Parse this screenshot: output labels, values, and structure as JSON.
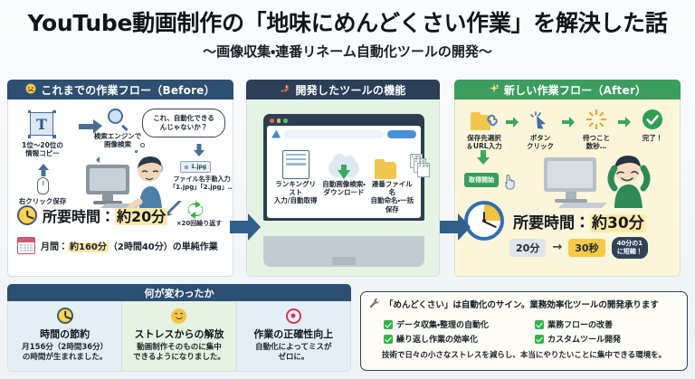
{
  "title": {
    "main": "YouTube動画制作の「地味にめんどくさい作業」を解決した話",
    "sub": "～画像収集・連番リネーム自動化ツールの開発～"
  },
  "panels": {
    "before": {
      "icon": "worried-face-icon",
      "header": "これまでの作業フロー（Before）",
      "step_copy": "1位～20位の\n情報コピー",
      "step_copy_line1": "1位～20位の",
      "step_copy_line2": "情報コピー",
      "step_save_label": "右クリック保存",
      "step_search_line1": "検索エンジンで",
      "step_search_line2": "画像検索",
      "thought_line1": "これ、自動化できる",
      "thought_line2": "んじゃないか？",
      "file_chip": "1.jpg",
      "file_label_line1": "ファイル名手動入力",
      "file_label_line2": "「1.jpg」「2.jpg」…",
      "repeat_label": "×20回繰り返す",
      "time_label": "所要時間：",
      "time_value": "約20分",
      "month_label": "月間：",
      "month_value": "約160分",
      "month_rest": "（2時間40分）の単純作業"
    },
    "tool": {
      "icon": "rocket-icon",
      "header": "開発したツールの機能",
      "features": [
        {
          "icon": "list-icon",
          "line1": "ランキングリスト",
          "line2": "入力/自動取得"
        },
        {
          "icon": "cloud-download-icon",
          "line1": "自動画像検索・",
          "line2": "ダウンロード"
        },
        {
          "icon": "folder-files-icon",
          "line1": "連番ファイル名",
          "line2": "自動命名・一括保存"
        }
      ],
      "file_names": [
        "1.jpg",
        "2.jpg",
        "3.jpg"
      ]
    },
    "after": {
      "icon": "sparkles-icon",
      "header": "新しい作業フロー（After）",
      "steps": [
        {
          "icon": "folder-link-icon",
          "line1": "保存先選択",
          "line2": "＆URL入力"
        },
        {
          "icon": "cursor-click-icon",
          "line1": "ボタン",
          "line2": "クリック"
        },
        {
          "icon": "loading-spinner-icon",
          "line1": "待つこと",
          "line2": "数秒…"
        },
        {
          "icon": "check-circle-icon",
          "line1": "完了！",
          "line2": ""
        }
      ],
      "start_button": "取得開始",
      "time_label": "所要時間：",
      "time_value": "約30分",
      "before_chip": "20分",
      "arrow": "→",
      "after_chip": "30秒",
      "badge_line1": "40分の1",
      "badge_line2": "に短縮！"
    }
  },
  "changed": {
    "header": "何が変わったか",
    "items": [
      {
        "icon": "clock-icon",
        "title": "時間の節約",
        "desc_line1": "月156分（2時間36分）",
        "desc_line2": "の時間が生まれました。"
      },
      {
        "icon": "smiley-face-icon",
        "title": "ストレスからの解放",
        "desc_line1": "動画制作そのものに集中",
        "desc_line2": "できるようになりました。"
      },
      {
        "icon": "target-icon",
        "title": "作業の正確性向上",
        "desc_line1": "自動化によってミスが",
        "desc_line2": "ゼロに。"
      }
    ]
  },
  "cta": {
    "icon": "wrench-icon",
    "headline": "「めんどくさい」は自動化のサイン。業務効率化ツールの開発承ります",
    "items": [
      "データ収集・整理の自動化",
      "業務フローの改善",
      "繰り返し作業の効率化",
      "カスタムツール開発"
    ],
    "footer": "技術で日々の小さなストレスを減らし、本当にやりたいことに集中できる環境を。"
  },
  "colors": {
    "header_blue": "#2d4f72",
    "header_dark": "#2b3f57",
    "header_green": "#3b9e5f",
    "accent_green": "#3aa85f",
    "highlight_yellow": "#ffe9a8",
    "chip_yellow": "#f7c948"
  }
}
